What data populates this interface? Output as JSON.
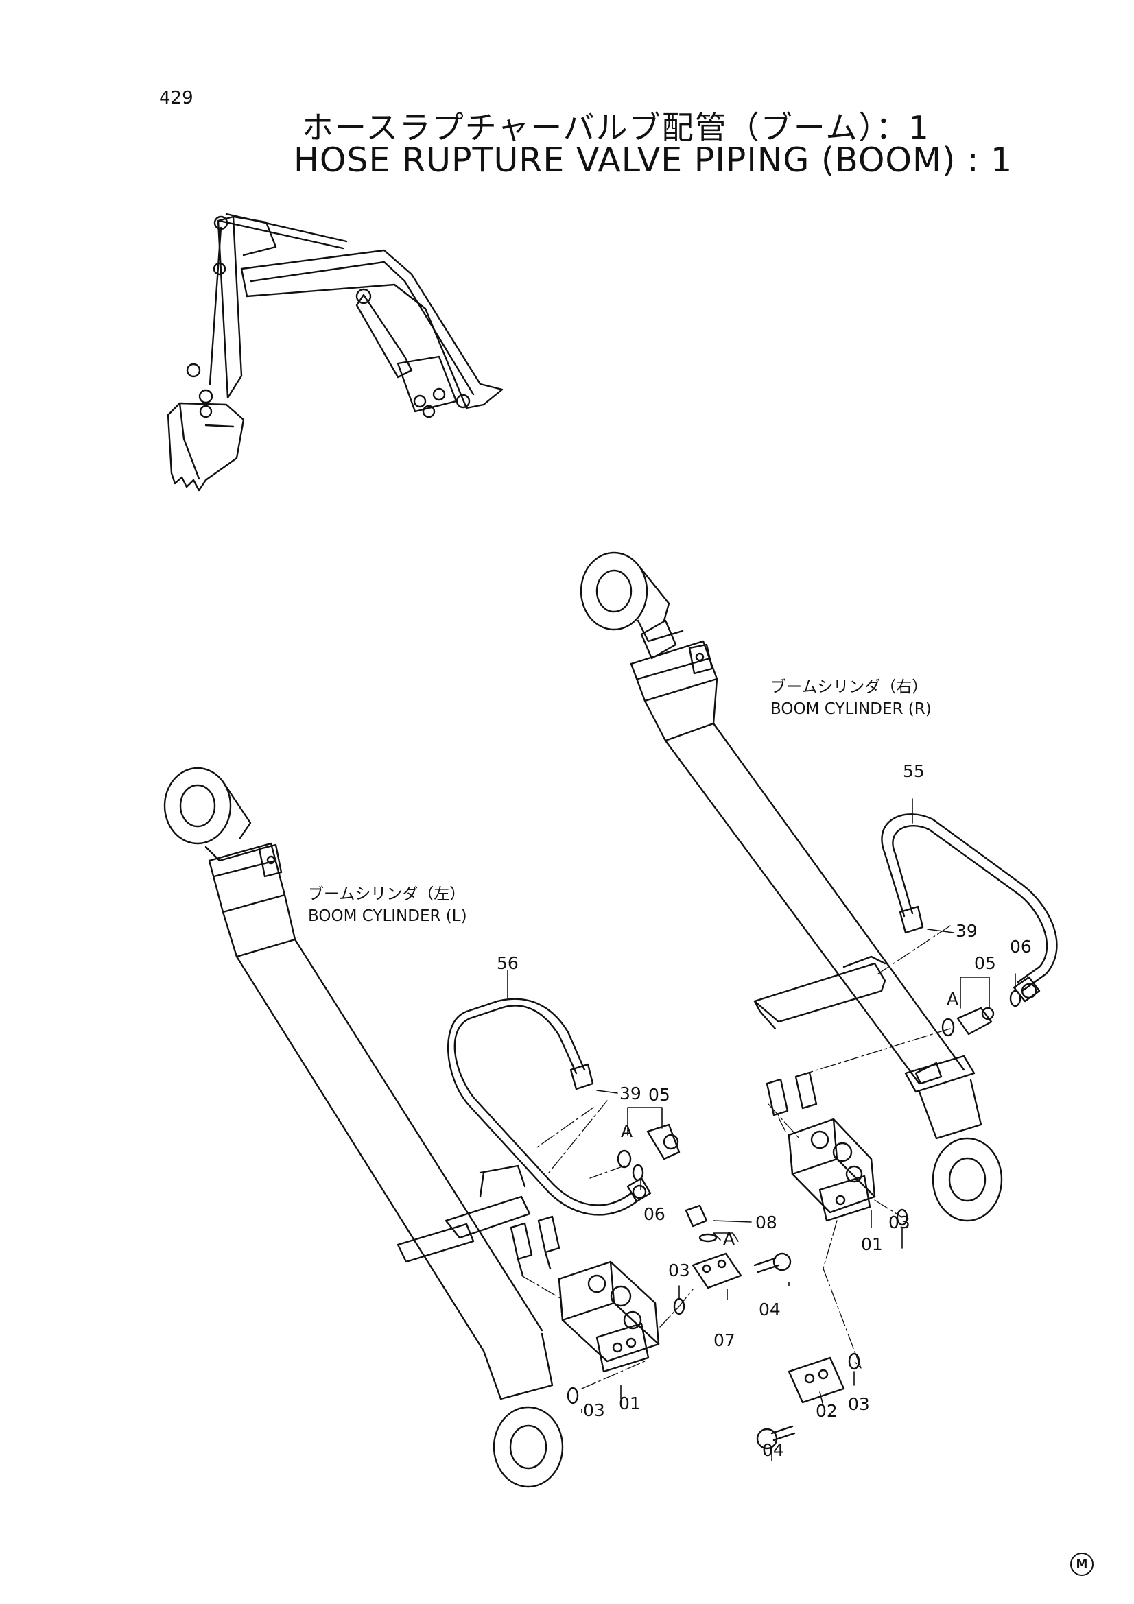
{
  "page": {
    "number": "429",
    "title_jp": "ホースラプチャーバルブ配管（ブーム）：1",
    "title_en": "HOSE RUPTURE VALVE PIPING (BOOM) : 1",
    "mark": "M"
  },
  "labels": {
    "cyl_r_jp": "ブームシリンダ（右）",
    "cyl_r_en": "BOOM CYLINDER (R)",
    "cyl_l_jp": "ブームシリンダ（左）",
    "cyl_l_en": "BOOM CYLINDER (L)"
  },
  "callouts": [
    {
      "id": "c55",
      "text": "55"
    },
    {
      "id": "c39r",
      "text": "39"
    },
    {
      "id": "c05r",
      "text": "05"
    },
    {
      "id": "c06r",
      "text": "06"
    },
    {
      "id": "cAr",
      "text": "A"
    },
    {
      "id": "c56",
      "text": "56"
    },
    {
      "id": "c39l",
      "text": "39"
    },
    {
      "id": "c05l",
      "text": "05"
    },
    {
      "id": "cAl",
      "text": "A"
    },
    {
      "id": "c06l",
      "text": "06"
    },
    {
      "id": "c08",
      "text": "08"
    },
    {
      "id": "cA",
      "text": "A"
    },
    {
      "id": "c03a",
      "text": "03"
    },
    {
      "id": "c04a",
      "text": "04"
    },
    {
      "id": "c07",
      "text": "07"
    },
    {
      "id": "c03b",
      "text": "03"
    },
    {
      "id": "c01l",
      "text": "01"
    },
    {
      "id": "c01r",
      "text": "01"
    },
    {
      "id": "c03r",
      "text": "03"
    },
    {
      "id": "c02",
      "text": "02"
    },
    {
      "id": "c03c",
      "text": "03"
    },
    {
      "id": "c04b",
      "text": "04"
    }
  ]
}
